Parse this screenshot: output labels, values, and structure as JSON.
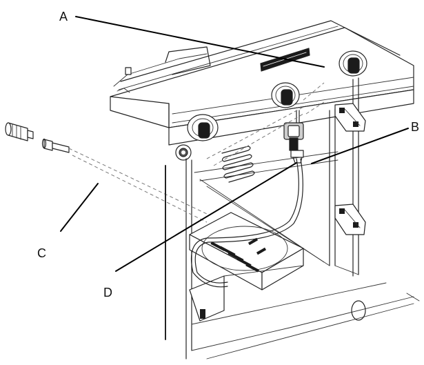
{
  "callouts": {
    "a": "A",
    "b": "B",
    "c": "C",
    "d": "D"
  },
  "icons": [
    "grill-cabinet",
    "control-knob",
    "regulator-valve",
    "hose-fitting",
    "door-hinge"
  ]
}
